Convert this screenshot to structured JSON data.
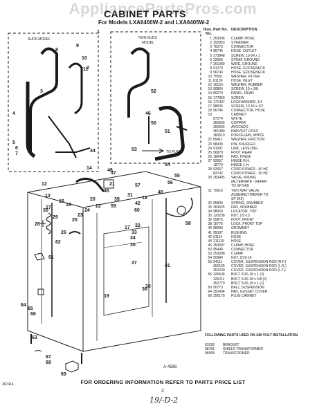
{
  "watermark": "AppliancePartsPros.com",
  "title": "CABINET PARTS",
  "subtitle": "For Models LXA6400W-2 and LXA6405W-2",
  "diagram": {
    "label_suds": "SUDS MODEL",
    "label_nonsuds_1": "NON-SUDS",
    "label_nonsuds_2": "MODEL",
    "to_pump": "TO PUMP",
    "fig_code": "A-4598",
    "callouts": [
      "1",
      "2",
      "3",
      "4",
      "5",
      "6",
      "7",
      "8",
      "9",
      "10",
      "11",
      "12",
      "13",
      "14",
      "15",
      "16",
      "17",
      "18",
      "19",
      "20",
      "21",
      "22",
      "23",
      "24",
      "25",
      "26",
      "27",
      "28",
      "29",
      "30",
      "31",
      "32",
      "33",
      "34",
      "35",
      "36",
      "37",
      "38",
      "39",
      "40",
      "41",
      "42",
      "43",
      "44",
      "45",
      "46",
      "47",
      "48",
      "50",
      "51",
      "52",
      "53",
      "54",
      "55",
      "56",
      "57",
      "58",
      "59",
      "60",
      "61",
      "62",
      "63",
      "64",
      "65",
      "66",
      "67",
      "68",
      "69"
    ]
  },
  "parts_header": {
    "col1": "Illus. No.",
    "col2": "Part No.",
    "col3": "DESCRIPTION"
  },
  "parts": [
    [
      "1",
      "353096",
      "CLAMP, HOSE"
    ],
    [
      "2",
      "352853",
      "STRAINER"
    ],
    [
      "3",
      "76273",
      "CONNECTOR"
    ],
    [
      "4",
      "96746",
      "HOSE, OUTLET"
    ],
    [
      "5",
      "173848",
      "SCREW, 10-24 x 1"
    ],
    [
      "6",
      "22966",
      "STRAP, GROUND"
    ],
    [
      "7",
      "361089",
      "WIRE, GROUND"
    ],
    [
      "8",
      "91273",
      "HOSE, GOOSENECK"
    ],
    [
      "9",
      "96743",
      "HOSE, GOOSENECK"
    ],
    [
      "10",
      "75551",
      "WASHER, FILTER"
    ],
    [
      "11",
      "81139",
      "HOSE, INLET"
    ],
    [
      "12",
      "16153",
      "WASHER, RUBBER"
    ],
    [
      "13",
      "90864",
      "SCREW, 10 x 3/8"
    ],
    [
      "14",
      "89279",
      "PANEL, REAR"
    ],
    [
      "15",
      "177859",
      "SCREW"
    ],
    [
      "16",
      "171437",
      "LOCKWASHER, 1/4"
    ],
    [
      "17",
      "98605",
      "SCREW, 10-16 x 1/2"
    ],
    [
      "18",
      "96746",
      "CONNECTOR, HOSE"
    ],
    [
      "19",
      "",
      "CABINET"
    ],
    [
      "",
      "87274",
      "WHITE"
    ],
    [
      "",
      "360565",
      "COPPER"
    ],
    [
      "",
      "360566",
      "AVOCADO"
    ],
    [
      "",
      "361480",
      "HARVEST GOLD"
    ],
    [
      "",
      "360510",
      "PORCELAIN, WHITE"
    ],
    [
      "22",
      "89411",
      "WASHER, FRICTION"
    ],
    [
      "23",
      "98439",
      "PIN, KNURLED"
    ],
    [
      "24",
      "91587",
      "LINK, LEVELING"
    ],
    [
      "25",
      "96878",
      "FOOT, REAR"
    ],
    [
      "26",
      "18849",
      "PAD, HINGE"
    ],
    [
      "27",
      "92657",
      "HINGE R.H."
    ],
    [
      "",
      "18779",
      "HINGE L.H."
    ],
    [
      "28",
      "92667",
      "CORD POWER - 60 HZ"
    ],
    [
      "",
      "83742",
      "CORD POWER - 50 HZ"
    ],
    [
      "30",
      "363405",
      "VALVE, MIXING"
    ],
    [
      "",
      "",
      "(ALTERNATE - REFER"
    ],
    [
      "",
      "",
      "TO SP 542)"
    ],
    [
      "31",
      "75616",
      "TWO WAY VALVE"
    ],
    [
      "",
      "",
      "ASSEMBLY(REFER TO"
    ],
    [
      "",
      "",
      "SP 542)"
    ],
    [
      "32",
      "95834",
      "SPRING, SNUBBER"
    ],
    [
      "33",
      "363625",
      "PAD, SNUBBER"
    ],
    [
      "34",
      "98669",
      "LOCATOR, TOP"
    ],
    [
      "35",
      "120238",
      "NUT, 1/2-13"
    ],
    [
      "36",
      "95875",
      "FOOT, FRONT"
    ],
    [
      "38",
      "18776",
      "LOCK, FRONT TOP"
    ],
    [
      "40",
      "98096",
      "GROMMET"
    ],
    [
      "41",
      "95097",
      "BUSHING"
    ],
    [
      "42",
      "91114",
      "HOSE"
    ],
    [
      "44",
      "211115",
      "HOSE"
    ],
    [
      "45",
      "353097",
      "CLAMP, HOSE"
    ],
    [
      "50",
      "95440",
      "CONNECTOR"
    ],
    [
      "53",
      "353098",
      "CLAMP"
    ],
    [
      "54",
      "90984",
      "NUT, 5/16-18"
    ],
    [
      "55",
      "94111",
      "COVER, SUSPENSION ROD (R.F.)"
    ],
    [
      "",
      "352165",
      "COVER, SUSPENSION ROD (L.R.)"
    ],
    [
      "",
      "352230",
      "COVER, SUSPENSION ROD (L.F.)"
    ],
    [
      "56",
      "326538",
      "BOLT, 5/16-18 x 1 (3)"
    ],
    [
      "",
      "326211",
      "BOLT, 5/16-18 x 5/8 (2)"
    ],
    [
      "",
      "352770",
      "BOLT, 5/16-18 x 1 (1)"
    ],
    [
      "60",
      "90773",
      "BALL, SUSPENSION"
    ],
    [
      "64",
      "352434",
      "PAD, GUSSET COVER"
    ],
    [
      "69",
      "356178",
      "PLUG CABINET"
    ]
  ],
  "following_parts": "FOLLOWING PARTS USED ON 240 VOLT INSTALLATION",
  "extra_parts": [
    [
      "81592",
      "BRACKET"
    ],
    [
      "98781",
      "SHIELD TRANSFORMER"
    ],
    [
      "96568",
      "TRANSFORMER"
    ]
  ],
  "left_code": "367414",
  "footer": "FOR ORDERING INFORMATION REFER TO PARTS PRICE LIST",
  "page_number": "2",
  "date": "19/-D-2"
}
